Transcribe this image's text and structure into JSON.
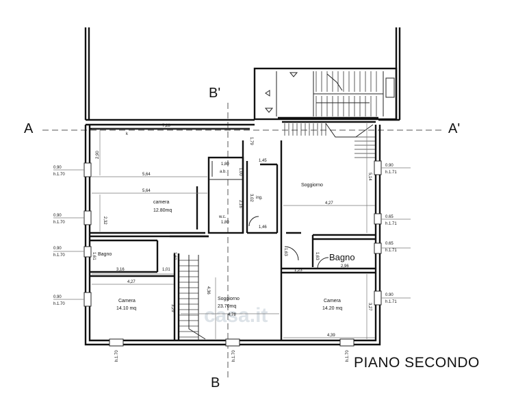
{
  "title": "PIANO SECONDO",
  "watermark": "casa.it",
  "sections": {
    "a_left": "A",
    "a_right": "A'",
    "b_top": "B'",
    "b_bottom": "B"
  },
  "rooms": {
    "camera_top": {
      "name": "camera",
      "area": "12.80mq"
    },
    "bagno_left": {
      "name": "Bagno"
    },
    "camera_left": {
      "name": "Camera",
      "area": "14.10 mq"
    },
    "soggiorno_center": {
      "name": "Soggiorno",
      "area": "23.70mq"
    },
    "soggiorno_right": {
      "name": "Soggiorno"
    },
    "bagno_right": {
      "name": "Bagno"
    },
    "camera_right": {
      "name": "Camera",
      "area": "14.20 mq"
    },
    "ab": {
      "name": "a.b."
    },
    "wc": {
      "name": "w.c."
    },
    "ing": {
      "name": "ing."
    }
  },
  "dimensions": {
    "d728": "7,28",
    "d290": "2,90",
    "d564a": "5,64",
    "d564b": "5,64",
    "d232": "2,32",
    "d180a": "1,80",
    "d180b": "1,80",
    "d100": "1,00",
    "d216": "2,16",
    "d179": "1,79",
    "d145": "1,45",
    "d302": "3,02",
    "d146": "1,46",
    "d514": "5,14",
    "d427a": "4,27",
    "d161": "1,61",
    "d316": "3,16",
    "d101": "1,01",
    "d161b": "1,61",
    "d427b": "4,27",
    "d329": "3,29",
    "d436": "4,36",
    "d478": "4,78",
    "d163": "1,63",
    "d123": "1,23",
    "d296": "2,96",
    "d327": "3,27",
    "d439": "4,39",
    "d163b": "1,63"
  },
  "windows": {
    "lw1": {
      "w": "0.90",
      "h": "h.1.70"
    },
    "lw2": {
      "w": "0.90",
      "h": "h.1.70"
    },
    "lw3": {
      "w": "0.90",
      "h": "h.1.70"
    },
    "lw4": {
      "w": "0.90",
      "h": "h.1.70"
    },
    "rw1": {
      "w": "0.90",
      "h": "h.1.71"
    },
    "rw2": {
      "w": "0.65",
      "h": "h.1.71"
    },
    "rw3": {
      "w": "0.65",
      "h": "h.1.71"
    },
    "rw4": {
      "w": "0.90",
      "h": "h.1.71"
    },
    "bw1": "h.1.70",
    "bw2": "h.1.70",
    "bw3": "h.1.70"
  },
  "misc": {
    "k": "k"
  }
}
